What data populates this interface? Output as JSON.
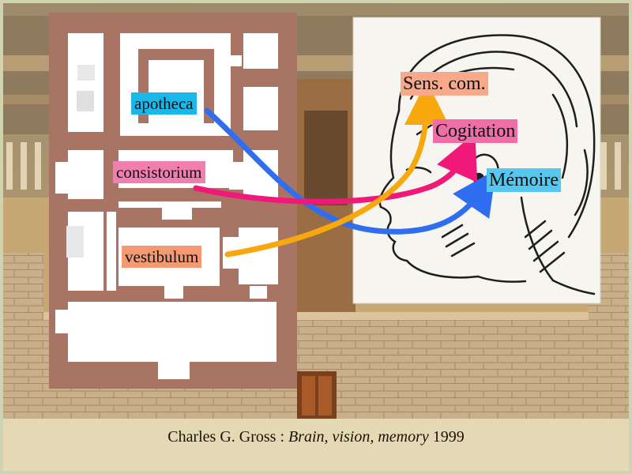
{
  "plan_labels": {
    "apotheca": "apotheca",
    "consistorium": "consistorium",
    "vestibulum": "vestibulum"
  },
  "head_labels": {
    "sens_com": "Sens. com.",
    "cogitation": "Cogitation",
    "memoire": "Mémoire"
  },
  "caption": {
    "author": "Charles G. Gross : ",
    "title": "Brain, vision, memory",
    "year": " 1999"
  },
  "colors": {
    "apotheca": "#1ab8ea",
    "consistorium": "#f07fb0",
    "vestibulum": "#f49a73",
    "sens_com": "#f7a98a",
    "cogitation": "#f06ea8",
    "memoire": "#56c7ee",
    "arrow_blue": "#2f6ef0",
    "arrow_pink": "#f0197a",
    "arrow_orange": "#f7a80f",
    "plan_wall": "#a87565",
    "plan_room": "#ffffff"
  }
}
